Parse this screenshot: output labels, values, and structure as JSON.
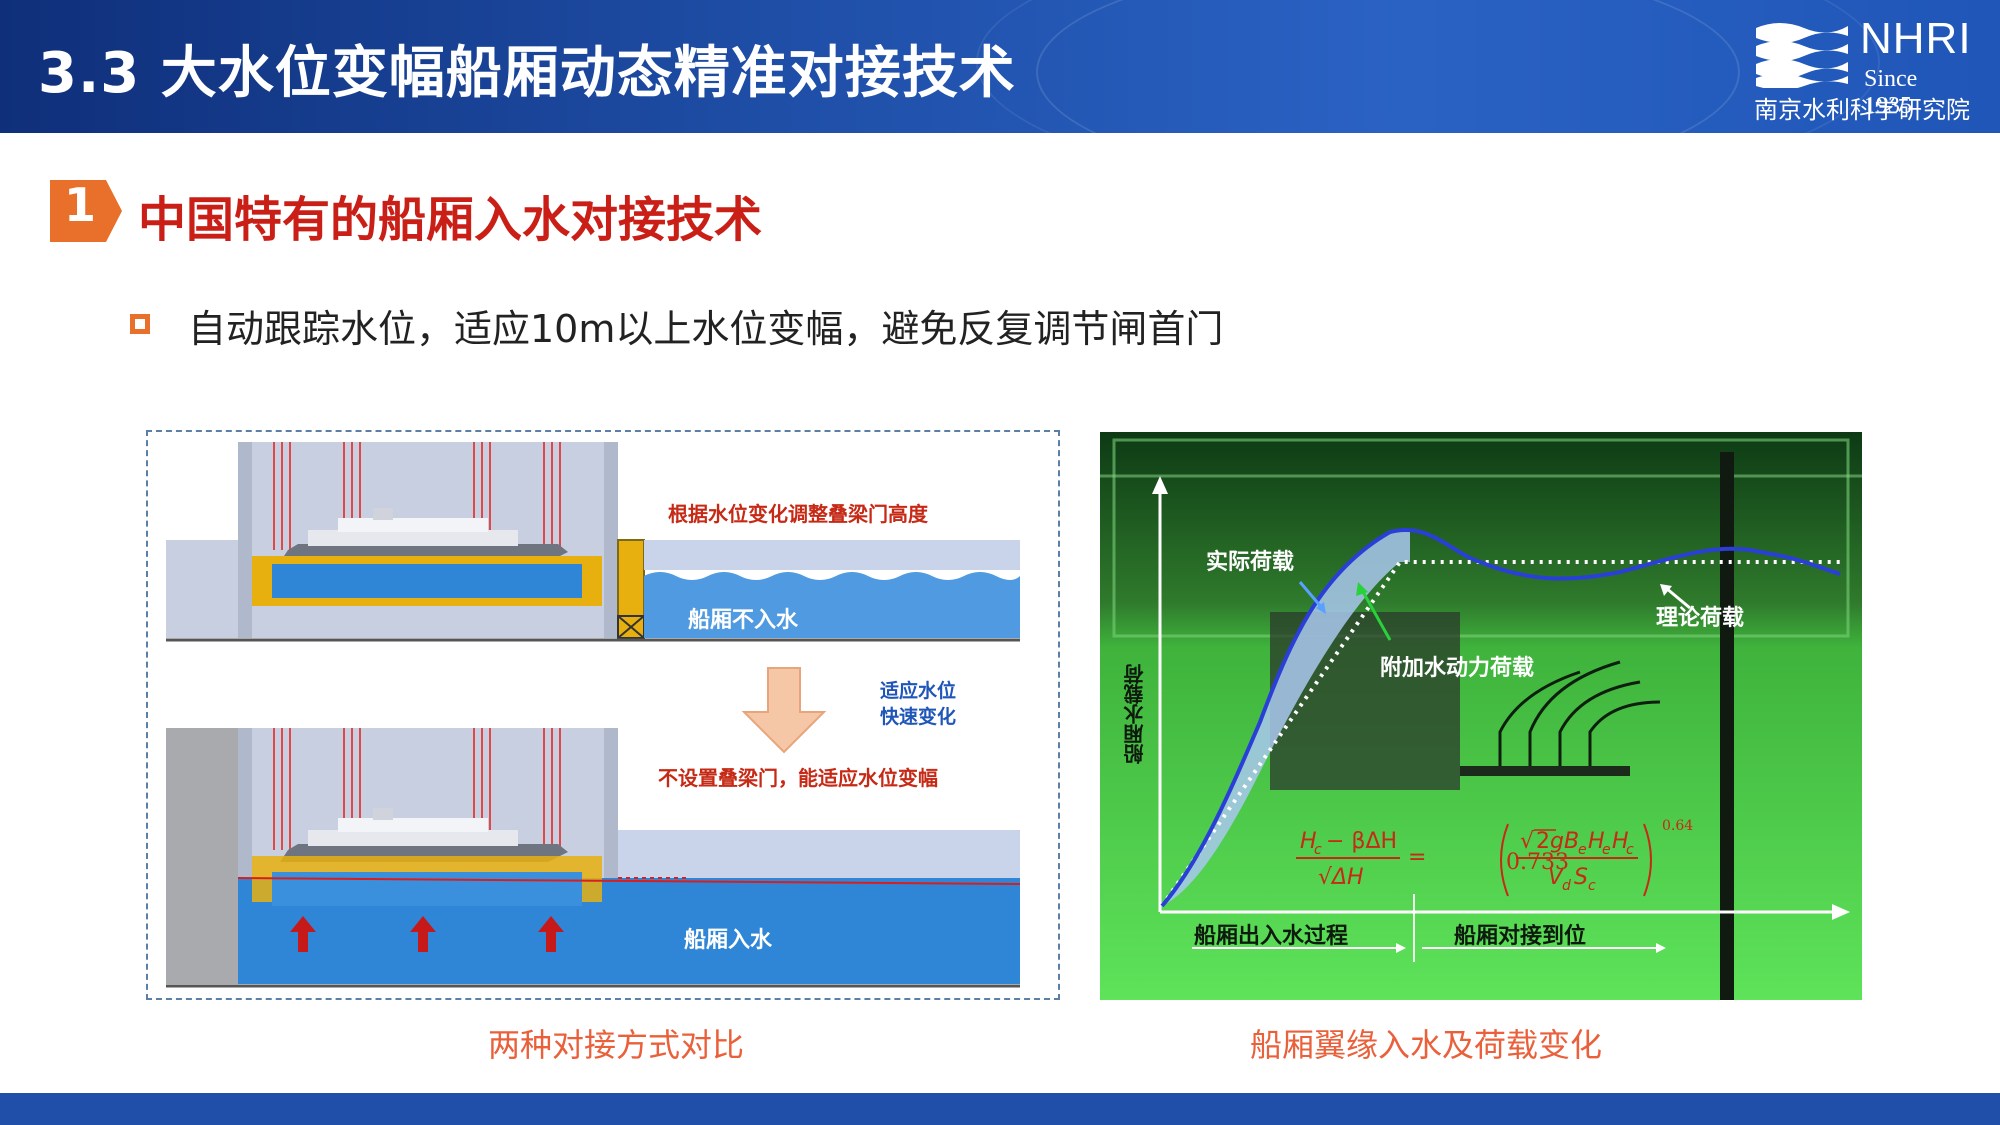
{
  "header": {
    "title": "3.3  大水位变幅船厢动态精准对接技术"
  },
  "logo": {
    "name": "NHRI",
    "since": "Since 1935",
    "cn_name": "南京水利科学研究院"
  },
  "section": {
    "number": "1",
    "title": "中国特有的船厢入水对接技术"
  },
  "bullet": {
    "text": "自动跟踪水位，适应10m以上水位变幅，避免反复调节闸首门"
  },
  "left_figure": {
    "top_label": "根据水位变化调整叠梁门高度",
    "top_water_label": "船厢不入水",
    "arrow_label_line1": "适应水位",
    "arrow_label_line2": "快速变化",
    "bottom_label": "不设置叠梁门，能适应水位变幅",
    "bottom_water_label": "船厢入水",
    "caption": "两种对接方式对比"
  },
  "right_figure": {
    "ylabel": "船厢水载荷",
    "actual_load": "实际荷载",
    "added_load": "附加水动力荷载",
    "theory_load": "理论荷载",
    "phase1": "船厢出入水过程",
    "phase2": "船厢对接到位",
    "formula_coef": "0.733",
    "formula_exp": "0.64",
    "caption": "船厢翼缘入水及荷载变化"
  },
  "colors": {
    "header_blue": "#1f4fa8",
    "title_red": "#c91f16",
    "accent_orange": "#e8702a",
    "caption_orange": "#e9603a",
    "water_blue": "#2f86d6"
  }
}
